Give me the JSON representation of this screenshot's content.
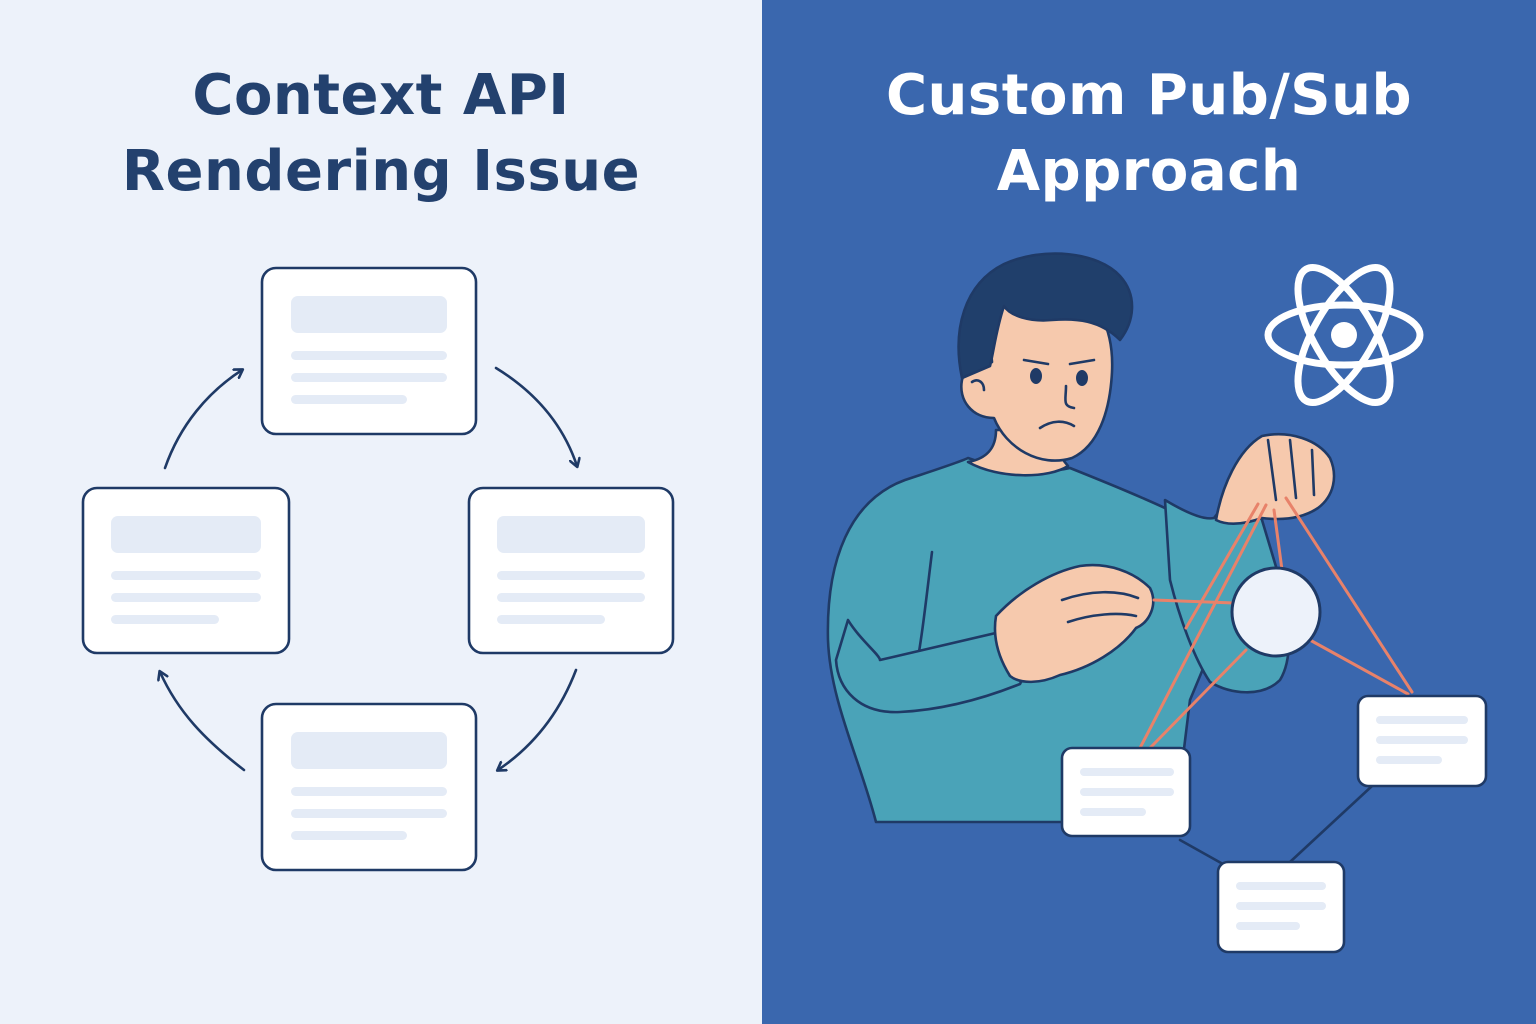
{
  "colors": {
    "left_background": "#edf2fa",
    "right_background": "#3a67ae",
    "outline": "#1f3a66",
    "card_fill": "#ffffff",
    "card_placeholder": "#e4ebf6",
    "shirt": "#4aa3b8",
    "skin": "#f6c9ad",
    "hair": "#203f6b",
    "connector": "#e8826a",
    "react_logo": "#ffffff"
  },
  "left_panel": {
    "title_line1": "Context API",
    "title_line2": "Rendering Issue",
    "cycle_card_count": 4
  },
  "right_panel": {
    "title_line1": "Custom Pub/Sub",
    "title_line2": "Approach",
    "icons": [
      "react-logo-icon",
      "pub-sub-hub-icon"
    ],
    "subscriber_card_count": 3
  }
}
